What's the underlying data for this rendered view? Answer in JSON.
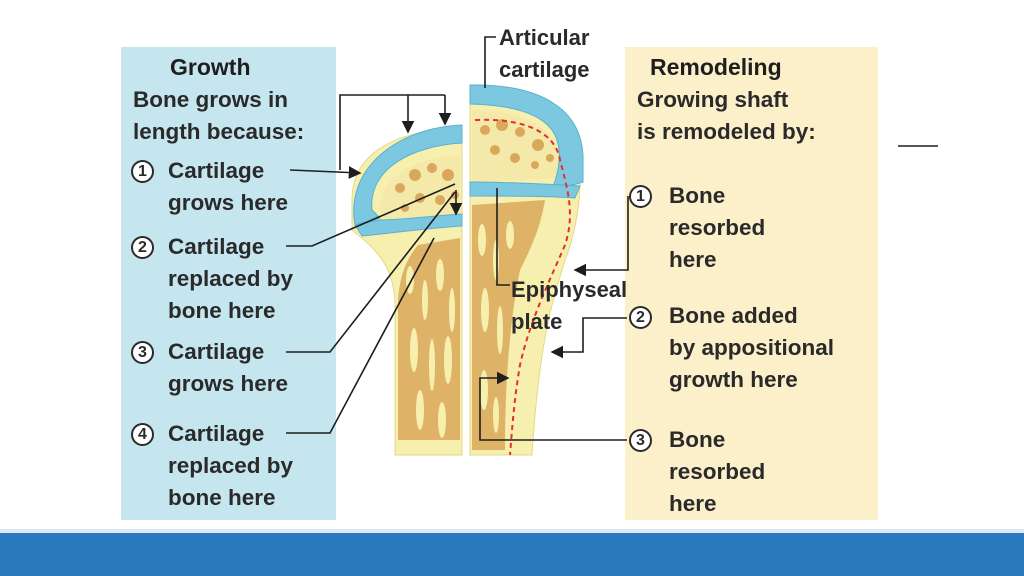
{
  "growth": {
    "title": "Growth",
    "intro": "Bone grows in\nlength because:",
    "steps": [
      {
        "num": "1",
        "text": "Cartilage\ngrows here"
      },
      {
        "num": "2",
        "text": "Cartilage\nreplaced by\nbone here"
      },
      {
        "num": "3",
        "text": "Cartilage\ngrows here"
      },
      {
        "num": "4",
        "text": "Cartilage\nreplaced by\nbone here"
      }
    ]
  },
  "remodeling": {
    "title": "Remodeling",
    "intro": "Growing shaft\nis remodeled by:",
    "steps": [
      {
        "num": "1",
        "text": "Bone\nresorbed\nhere"
      },
      {
        "num": "2",
        "text": "Bone added\nby appositional\ngrowth here"
      },
      {
        "num": "3",
        "text": "Bone\nresorbed\nhere"
      }
    ]
  },
  "labels": {
    "articular_cartilage": "Articular\ncartilage",
    "epiphyseal_plate": "Epiphyseal\nplate"
  },
  "colors": {
    "growth_panel": "#c5e6ef",
    "remodeling_panel": "#fbf0c9",
    "cartilage": "#7cc8e0",
    "bone": "#f7efae",
    "spongy_bone": "#d8a75a",
    "resorption_line": "#e03030",
    "footer_bar": "#2a7bbd"
  }
}
